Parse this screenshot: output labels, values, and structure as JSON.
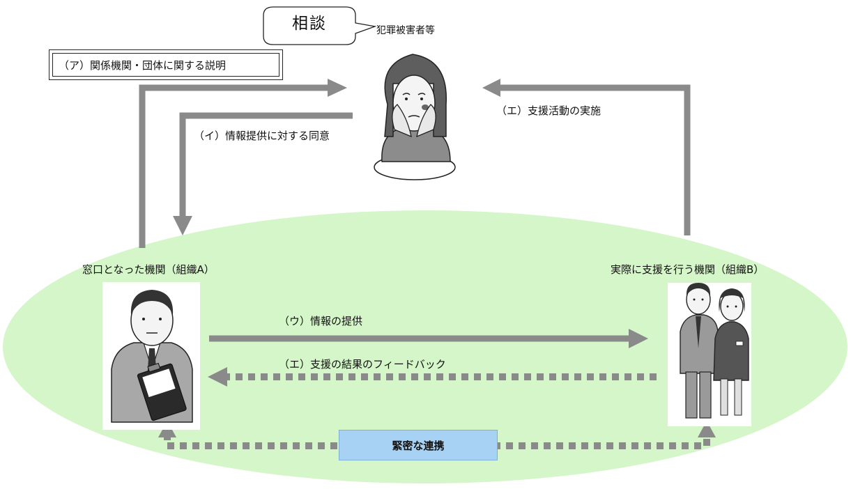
{
  "colors": {
    "ellipse_fill": "#d5f6c8",
    "arrow_gray": "#8a8a8a",
    "coop_box_fill": "#a8d2f4"
  },
  "bubble": {
    "text": "相談"
  },
  "victim": {
    "label": "犯罪被害者等"
  },
  "box_a": {
    "text": "（ア）関係機関・団体に関する説明"
  },
  "arrows": {
    "consent": "（イ）情報提供に対する同意",
    "support_activity": "（エ）支援活動の実施",
    "info_provision": "（ウ）情報の提供",
    "feedback": "（エ）支援の結果のフィードバック"
  },
  "org_a": {
    "label": "窓口となった機関（組織A）"
  },
  "org_b": {
    "label": "実際に支援を行う機関（組織B）"
  },
  "cooperation": {
    "text": "緊密な連携"
  },
  "icons": [
    "speech-bubble-icon",
    "worried-woman-icon",
    "man-with-clipboard-icon",
    "man-and-woman-icon"
  ]
}
